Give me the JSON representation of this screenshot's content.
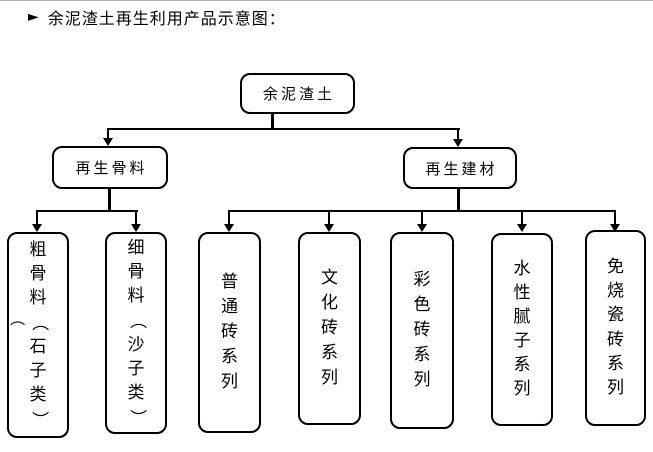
{
  "page": {
    "background_color": "#ffffff",
    "top_border_color": "#b0b0b0",
    "line_color": "#000000",
    "box_border_color": "#000000",
    "text_color": "#000000"
  },
  "title": {
    "bullet_icon": "►",
    "text": "余泥渣土再生利用产品示意图："
  },
  "diagram": {
    "root_label": "余泥渣土",
    "branches": [
      {
        "label": "再生骨料"
      },
      {
        "label": "再生建材"
      }
    ],
    "leaves": [
      {
        "label": "粗骨料（石子类）"
      },
      {
        "label": "细骨料（沙子类）"
      },
      {
        "label": "普通砖系列"
      },
      {
        "label": "文化砖系列"
      },
      {
        "label": "彩色砖系列"
      },
      {
        "label": "水性腻子系列"
      },
      {
        "label": "免烧瓷砖系列"
      }
    ],
    "artifact_paren": "（"
  }
}
